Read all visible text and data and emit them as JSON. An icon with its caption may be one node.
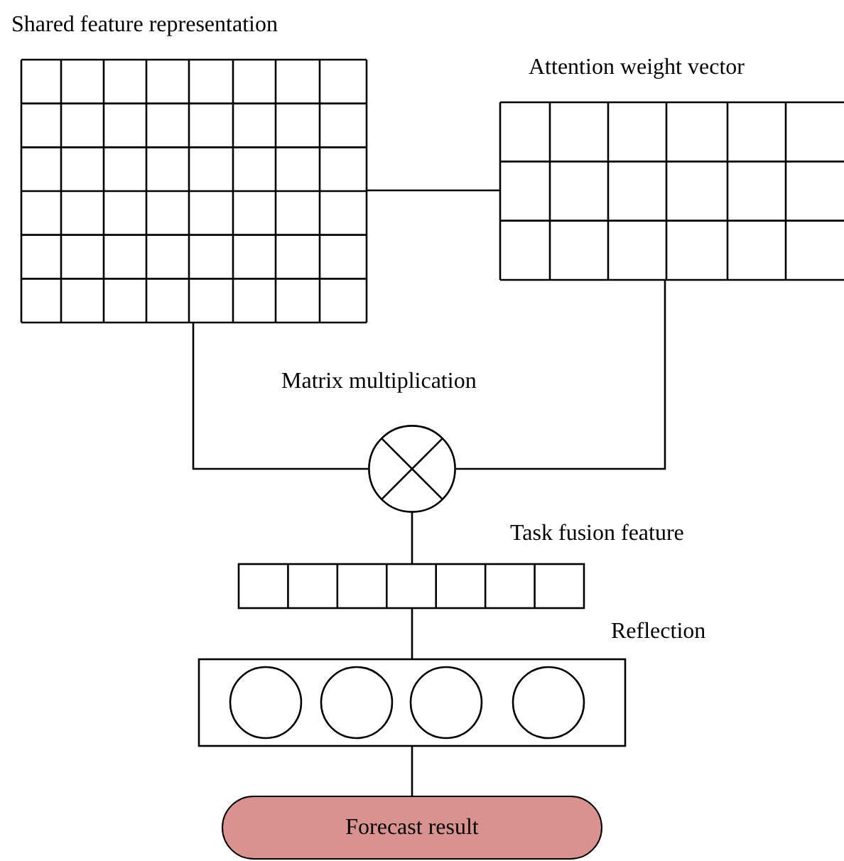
{
  "diagram": {
    "nodes": [
      {
        "text": [
          "Shared feature representation"
        ]
      },
      {
        "text": [
          "Attention weight vector"
        ]
      },
      {
        "text": [
          "Matrix multiplication"
        ]
      },
      {
        "text": [
          "Task fusion feature"
        ]
      },
      {
        "text": [
          "Reflection"
        ]
      },
      {
        "text": [
          "Forecast result"
        ]
      }
    ],
    "edges": [
      {
        "from": 0,
        "to": 1,
        "arrow": "none"
      },
      {
        "from": 0,
        "to": 2,
        "arrow": "none"
      },
      {
        "from": 1,
        "to": 2,
        "arrow": "none"
      },
      {
        "from": 2,
        "to": 3,
        "arrow": "none"
      },
      {
        "from": 3,
        "to": 4,
        "arrow": "none"
      },
      {
        "from": 4,
        "to": 5,
        "arrow": "none"
      }
    ]
  }
}
